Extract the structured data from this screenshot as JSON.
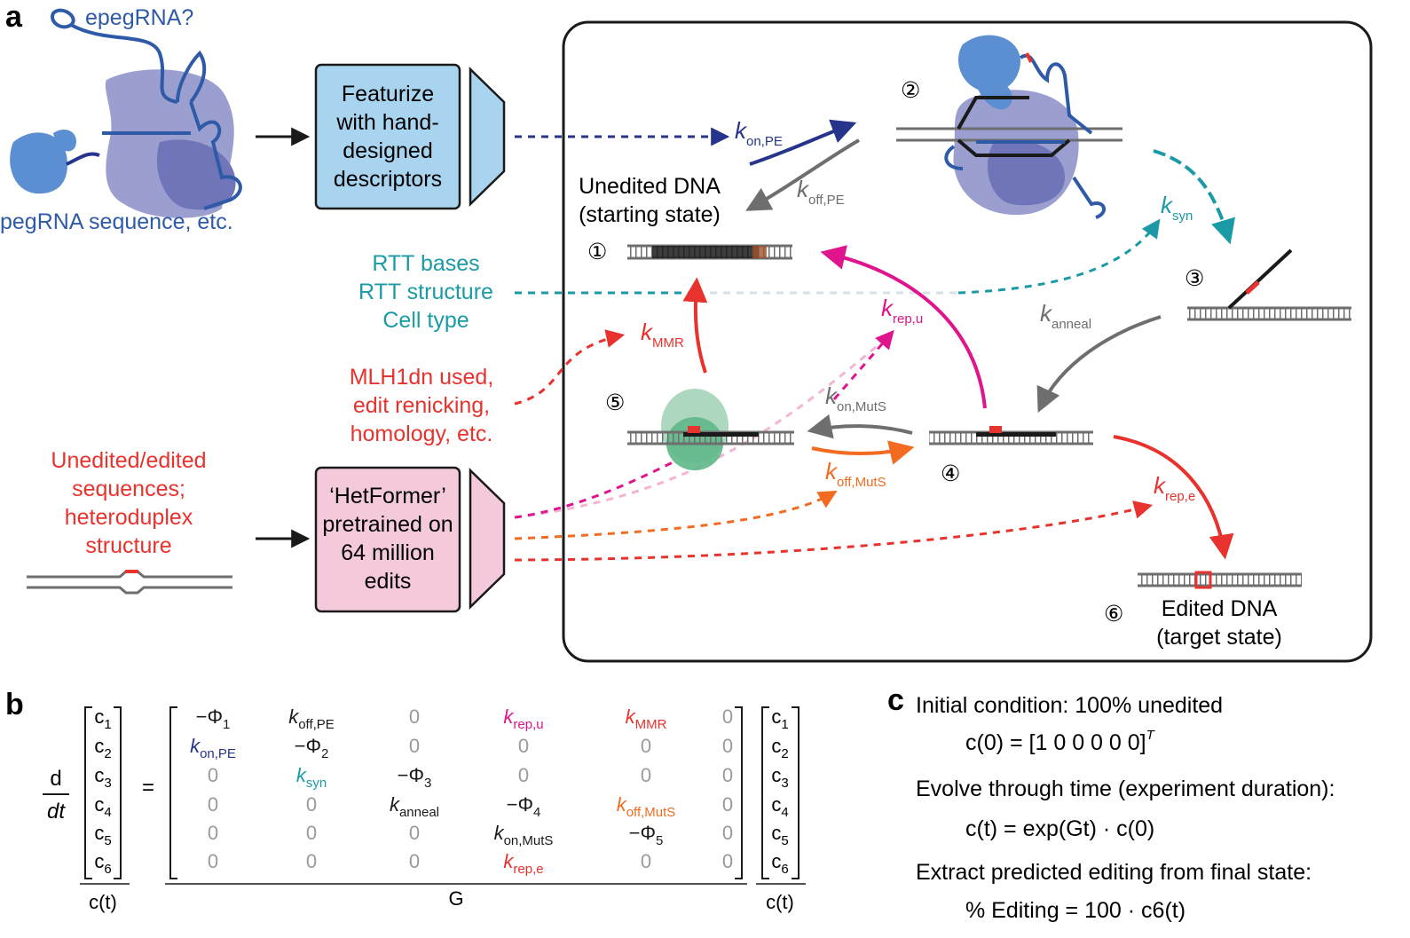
{
  "panel_a": {
    "letter": "a",
    "epegrna_label": "epegRNA?",
    "pegrna_label": "pegRNA sequence, etc.",
    "featurize_lines": [
      "Featurize",
      "with hand-",
      "designed",
      "descriptors"
    ],
    "features_teal": [
      "RTT bases",
      "RTT structure",
      "Cell type"
    ],
    "features_red": [
      "MLH1dn used,",
      "edit renicking,",
      "homology, etc."
    ],
    "unedited_edited": [
      "Unedited/edited",
      "sequences;",
      "heteroduplex",
      "structure"
    ],
    "hetformer_lines": [
      "‘HetFormer’",
      "pretrained on",
      "64 million",
      "edits"
    ],
    "unedited_dna": [
      "Unedited DNA",
      "(starting state)"
    ],
    "edited_dna": [
      "Edited DNA",
      "(target state)"
    ],
    "states": [
      "①",
      "②",
      "③",
      "④",
      "⑤",
      "⑥"
    ],
    "rates": {
      "kon_pe": {
        "k": "k",
        "sub": "on,PE"
      },
      "koff_pe": {
        "k": "k",
        "sub": "off,PE"
      },
      "ksyn": {
        "k": "k",
        "sub": "syn"
      },
      "kanneal": {
        "k": "k",
        "sub": "anneal"
      },
      "kmmr": {
        "k": "k",
        "sub": "MMR"
      },
      "krep_u": {
        "k": "k",
        "sub": "rep,u"
      },
      "kon_muts": {
        "k": "k",
        "sub": "on,MutS"
      },
      "koff_muts": {
        "k": "k",
        "sub": "off,MutS"
      },
      "krep_e": {
        "k": "k",
        "sub": "rep,e"
      }
    }
  },
  "panel_b": {
    "letter": "b",
    "ddt_num": "d",
    "ddt_den": "dt",
    "equals": "=",
    "c_vector": [
      "c1",
      "c2",
      "c3",
      "c4",
      "c5",
      "c6"
    ],
    "c_label": "c(t)",
    "G_label": "G",
    "matrix": [
      [
        "−Φ1",
        "koff,PE",
        "0",
        "krep,u",
        "kMMR",
        "0"
      ],
      [
        "kon,PE",
        "−Φ2",
        "0",
        "0",
        "0",
        "0"
      ],
      [
        "0",
        "ksyn",
        "−Φ3",
        "0",
        "0",
        "0"
      ],
      [
        "0",
        "0",
        "kanneal",
        "−Φ4",
        "koff,MutS",
        "0"
      ],
      [
        "0",
        "0",
        "0",
        "kon,MutS",
        "−Φ5",
        "0"
      ],
      [
        "0",
        "0",
        "0",
        "krep,e",
        "0",
        "0"
      ]
    ]
  },
  "panel_c": {
    "letter": "c",
    "line1": "Initial condition: 100% unedited",
    "line2": "c(0) = [1   0   0   0   0   0]",
    "line2_sup": "T",
    "line3": "Evolve through time (experiment duration):",
    "line4": "c(t) = exp(Gt) · c(0)",
    "line5": "Extract predicted editing from final state:",
    "line6": "% Editing = 100 · c6(t)"
  },
  "colors": {
    "navy": "#27348b",
    "protein": "#9b9fd0",
    "protein_dark": "#7074b8",
    "blue_feat": "#a9d4f0",
    "pink_feat": "#f4c9dc",
    "teal": "#1b9aa6",
    "red": "#e8322d",
    "magenta": "#e0148c",
    "orange": "#f26b21",
    "gray": "#6e6e6e",
    "muts_green": "#5fb88a",
    "rna_blue": "#2f5aa8",
    "cas_blue": "#5b8fd1"
  }
}
